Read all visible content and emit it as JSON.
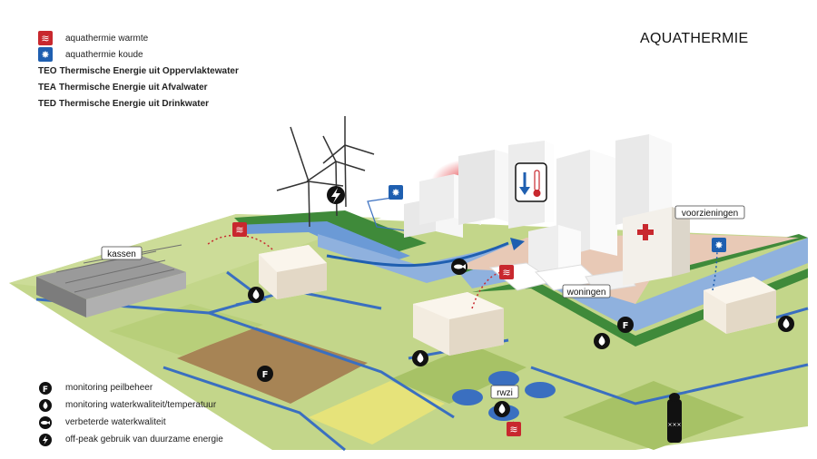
{
  "title": "AQUATHERMIE",
  "legend_top": [
    {
      "icon": "heat-icon",
      "label": "aquathermie warmte"
    },
    {
      "icon": "cold-icon",
      "label": "aquathermie koude"
    }
  ],
  "abbreviations": [
    {
      "abbr": "TEO",
      "label": "Thermische Energie uit Oppervlaktewater"
    },
    {
      "abbr": "TEA",
      "label": "Thermische Energie uit Afvalwater"
    },
    {
      "abbr": "TED",
      "label": "Thermische Energie uit Drinkwater"
    }
  ],
  "legend_bottom": [
    {
      "icon": "water-level-gauge-icon",
      "label": "monitoring peilbeheer"
    },
    {
      "icon": "water-drop-icon",
      "label": "monitoring waterkwaliteit/temperatuur"
    },
    {
      "icon": "fish-icon",
      "label": "verbeterde waterkwaliteit"
    },
    {
      "icon": "lightning-icon",
      "label": "off-peak gebruik van duurzame energie"
    }
  ],
  "scene_labels": {
    "kassen": "kassen",
    "voorzieningen": "voorzieningen",
    "woningen": "woningen",
    "rwzi": "rwzi"
  },
  "colors": {
    "heat": "#c8282e",
    "cold": "#1f5fb0",
    "water": "#3a6fc0",
    "grass": "#b8cf7a",
    "dike": "#3f8a3a",
    "field_brown": "#a78455",
    "field_yellow": "#e6e37a"
  }
}
